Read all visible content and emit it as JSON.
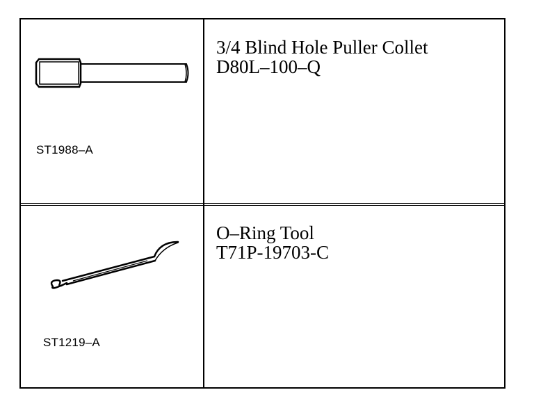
{
  "tools": [
    {
      "illustration_icon": "blind-hole-puller-collet",
      "illustration_code": "ST1988–A",
      "name": "3/4 Blind Hole Puller Collet",
      "part_number": "D80L–100–Q"
    },
    {
      "illustration_icon": "o-ring-tool",
      "illustration_code": "ST1219–A",
      "name": "O–Ring Tool",
      "part_number": "T71P-19703-C"
    }
  ]
}
